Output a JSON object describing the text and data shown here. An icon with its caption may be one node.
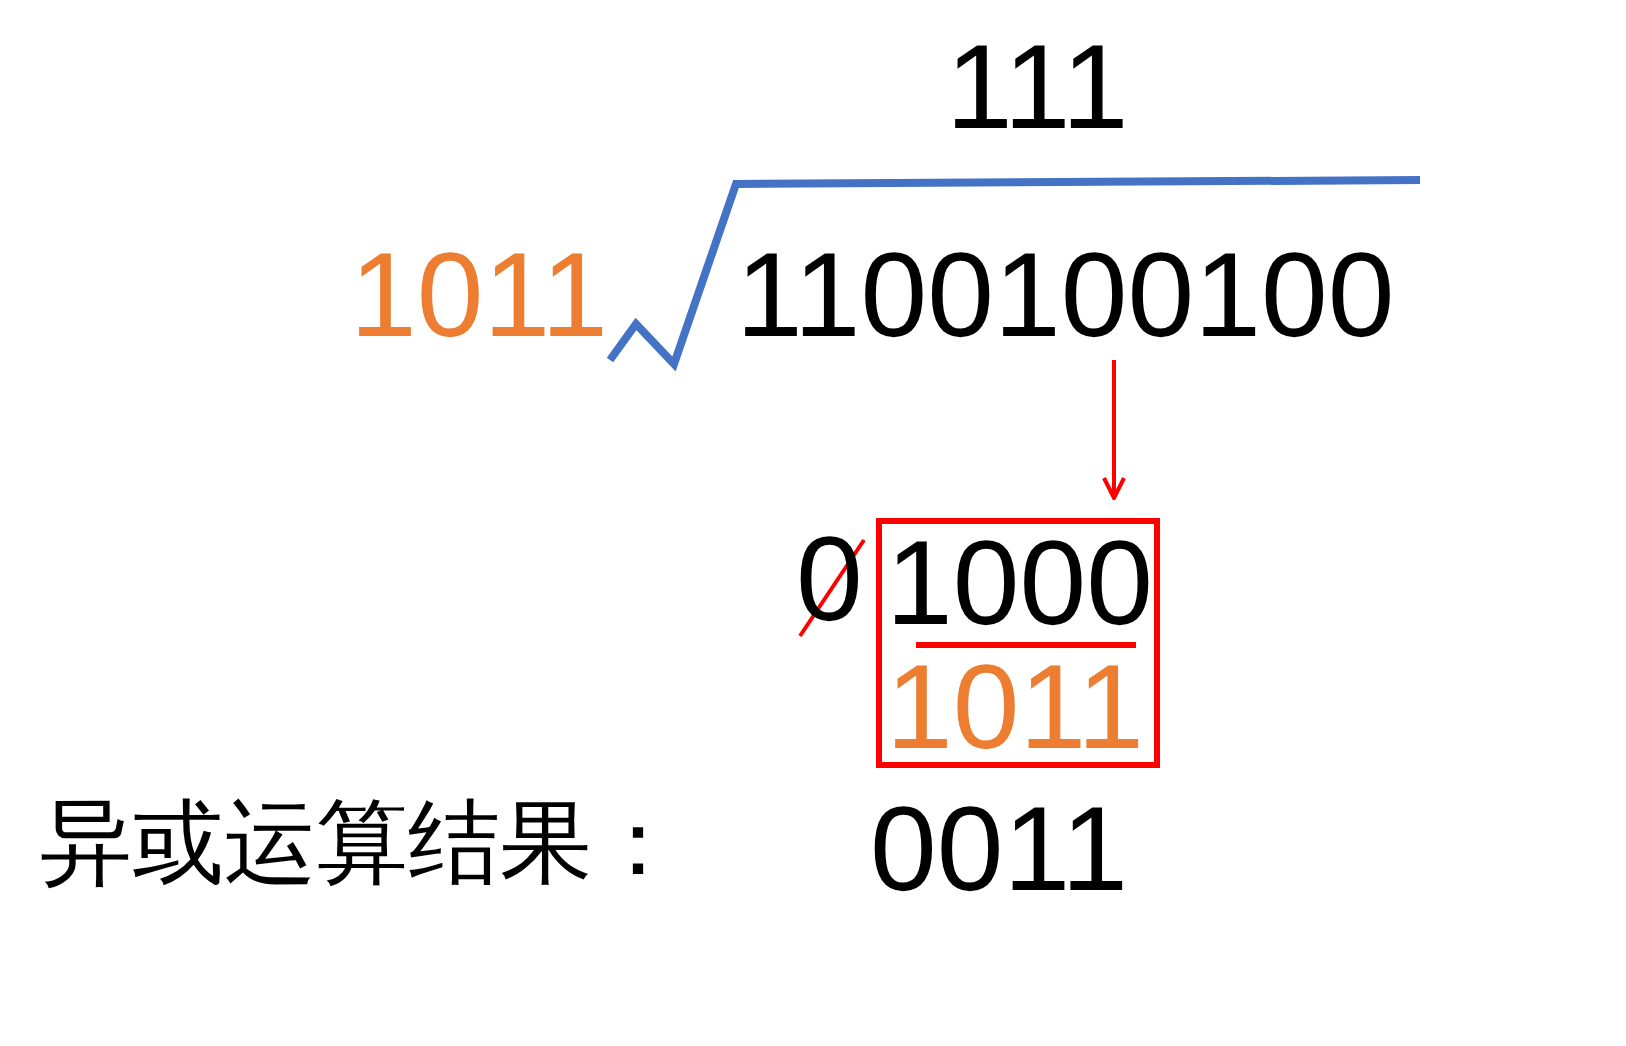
{
  "diagram": {
    "nodes": [
      {
        "text": [
          "1100100100"
        ]
      },
      {
        "text": [
          "1000",
          "1011"
        ]
      }
    ],
    "edges": [
      {
        "from": 0,
        "to": 1,
        "arrow": "to",
        "color": "#ff0000"
      }
    ],
    "labels": [
      "111",
      "1011",
      "0",
      "异或运算结果：",
      "0011"
    ]
  }
}
